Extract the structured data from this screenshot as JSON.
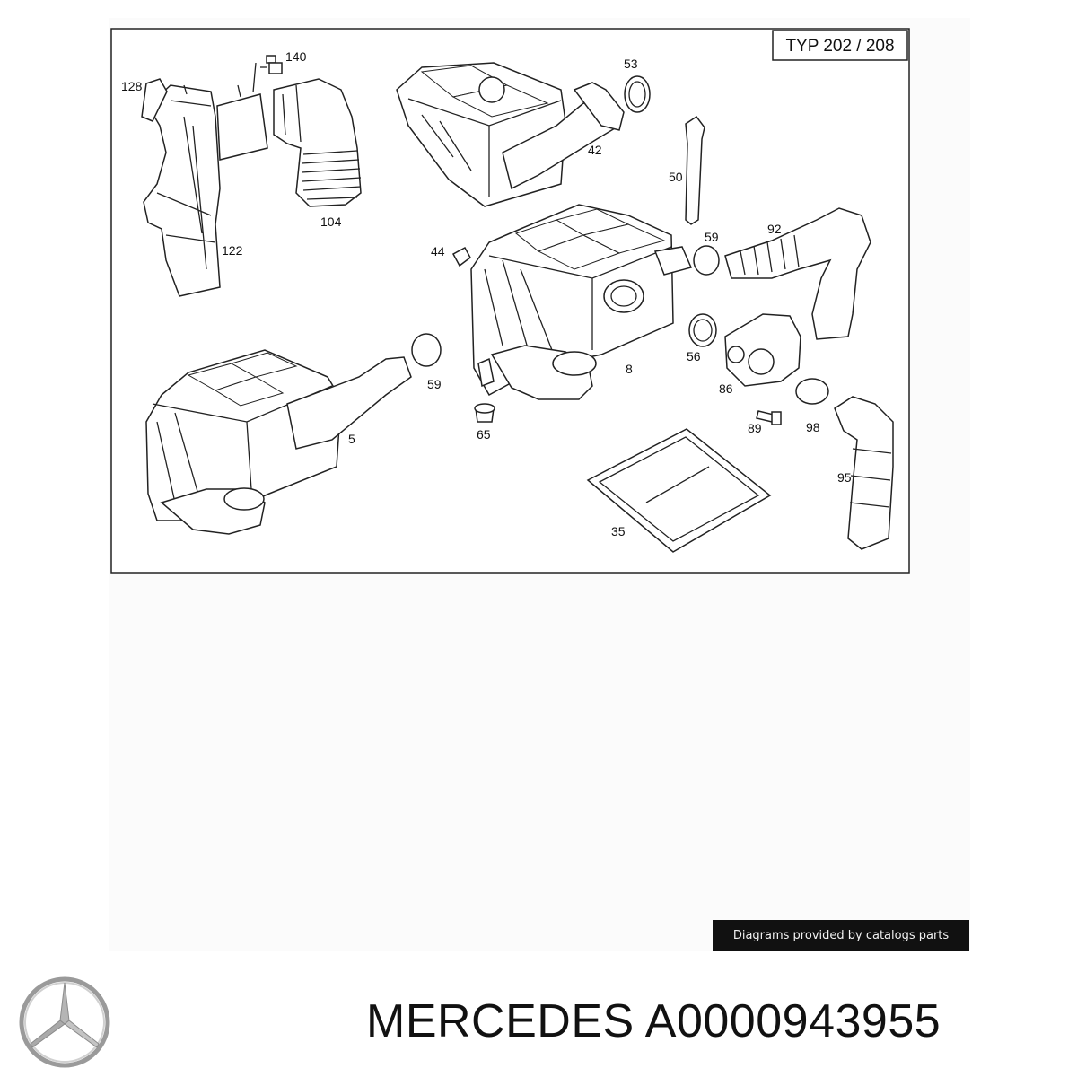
{
  "diagram": {
    "type_label": "TYP 202 / 208",
    "callouts": {
      "c128": "128",
      "c140": "140",
      "c104": "104",
      "c122": "122",
      "c53": "53",
      "c42": "42",
      "c50": "50",
      "c44": "44",
      "c59a": "59",
      "c92": "92",
      "c56": "56",
      "c8": "8",
      "c86": "86",
      "c59b": "59",
      "c5": "5",
      "c65": "65",
      "c89": "89",
      "c98": "98",
      "c95": "95",
      "c35": "35"
    }
  },
  "credit": "Diagrams provided by catalogs parts",
  "footer": {
    "brand": "MERCEDES",
    "part_number": "A0000943955",
    "title": "MERCEDES A0000943955",
    "logo_icon": "mercedes-star-icon"
  },
  "colors": {
    "ink": "#111111",
    "badge_bg": "#111111",
    "canvas": "#fbfbfb"
  }
}
